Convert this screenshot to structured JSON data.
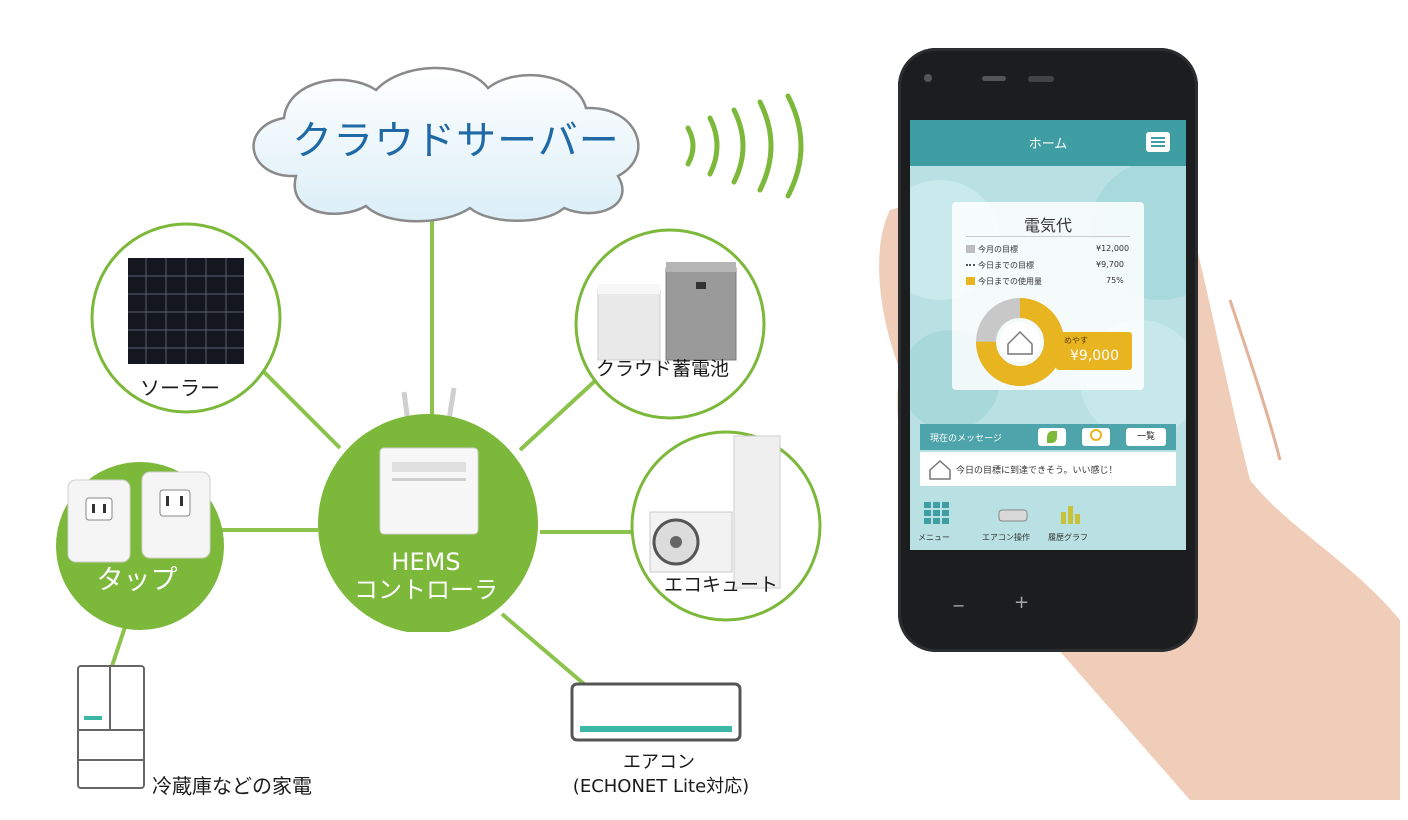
{
  "diagram": {
    "cloud_label": "クラウドサーバー",
    "hub_label_line1": "HEMS",
    "hub_label_line2": "コントローラ",
    "nodes": {
      "solar": "ソーラー",
      "battery": "クラウド蓄電池",
      "ecocute": "エコキュート",
      "tap": "タップ",
      "fridge": "冷蔵庫などの家電",
      "aircon_line1": "エアコン",
      "aircon_line2": "(ECHONET Lite対応)"
    },
    "colors": {
      "green": "#7cb83a",
      "blue_text": "#1f6aa6",
      "teal": "#3f9ea3"
    }
  },
  "phone_app": {
    "header_title": "ホーム",
    "menu_icon": "hamburger-menu-icon",
    "card": {
      "title": "電気代",
      "rows": [
        {
          "label": "今月の目標",
          "value": "¥12,000"
        },
        {
          "label": "今日までの目標",
          "value": "¥9,700"
        },
        {
          "label": "今日までの使用量",
          "value": "75%"
        }
      ],
      "badge_label": "めやす",
      "badge_value": "¥9,000",
      "donut_usage_fraction": 0.75
    },
    "message_bar": {
      "label": "現在のメッセージ",
      "btn_list": "一覧"
    },
    "message_text": "今日の目標に到達できそう。いい感じ！",
    "nav": [
      {
        "label": "メニュー",
        "icon": "grid-menu-icon"
      },
      {
        "label": "エアコン操作",
        "icon": "aircon-icon"
      },
      {
        "label": "履歴グラフ",
        "icon": "bar-graph-icon"
      }
    ],
    "soft_keys": {
      "minus": "−",
      "plus": "+"
    }
  }
}
